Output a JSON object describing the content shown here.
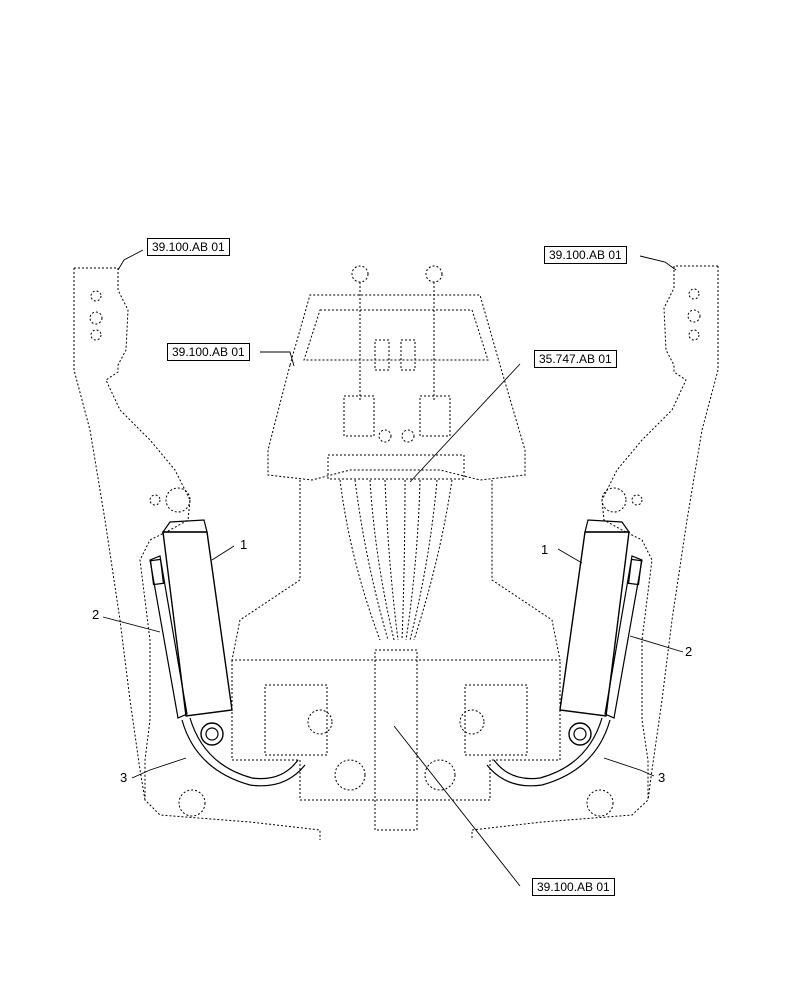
{
  "references": {
    "top_left": "39.100.AB 01",
    "top_right": "39.100.AB 01",
    "mid_left": "39.100.AB 01",
    "valve": "35.747.AB 01",
    "bottom": "39.100.AB 01"
  },
  "callouts": {
    "left_1": "1",
    "left_2": "2",
    "left_3": "3",
    "right_1": "1",
    "right_2": "2",
    "right_3": "3"
  }
}
